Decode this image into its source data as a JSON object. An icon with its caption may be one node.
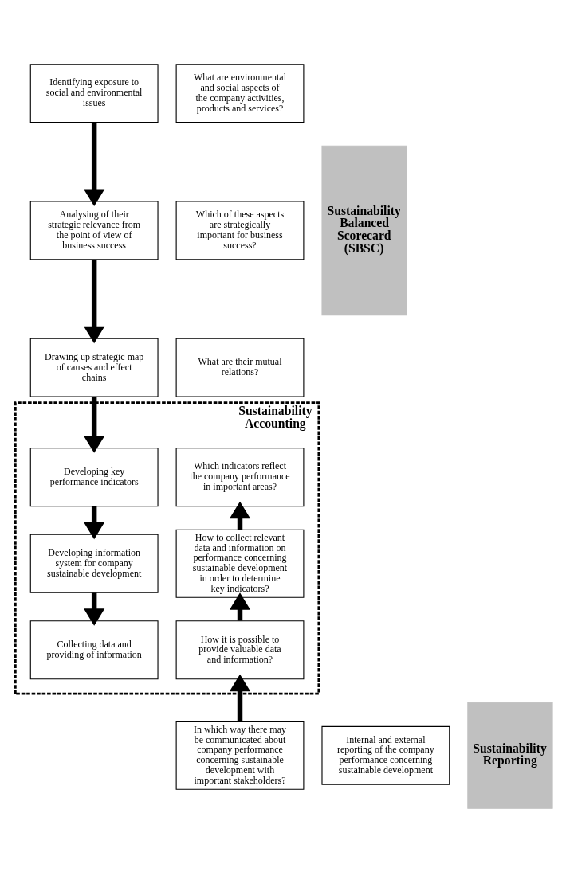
{
  "diagram": {
    "nodes": [
      {
        "text": [
          "Identifying exposure to social and environmental issues"
        ]
      },
      {
        "text": [
          "What are environmental and social aspects of the company activities, products and services?"
        ]
      },
      {
        "text": [
          "Analysing of their strategic relevance from the point of view of business success"
        ]
      },
      {
        "text": [
          "Which of these aspects are strategically important for business success?"
        ]
      },
      {
        "text": [
          "Drawing up strategic map of causes and effect chains"
        ]
      },
      {
        "text": [
          "What are their mutual relations?"
        ]
      },
      {
        "text": [
          "Sustainability Balanced Scorecard (SBSC)"
        ]
      },
      {
        "text": [
          "Sustainability Accounting"
        ]
      },
      {
        "text": [
          "Developing key performance indicators"
        ],
        "in": 7
      },
      {
        "text": [
          "Which indicators reflect the company performance in important areas?"
        ],
        "in": 7
      },
      {
        "text": [
          "Developing information system for company sustainable development"
        ],
        "in": 7
      },
      {
        "text": [
          "How to collect relevant data and information on performance concerning sustainable development in order to determine key indicators?"
        ],
        "in": 7
      },
      {
        "text": [
          "Collecting data and providing of information"
        ],
        "in": 7
      },
      {
        "text": [
          "How it is possible to provide valuable data and information?"
        ],
        "in": 7
      },
      {
        "text": [
          "Sustainability Reporting"
        ]
      },
      {
        "text": [
          "Internal and external reporting of the company performance concerning sustainable development"
        ]
      },
      {
        "text": [
          "In which way there may be communicated about company performance concerning sustainable development with important stakeholders?"
        ]
      }
    ],
    "edges": [
      {
        "from": 0,
        "to": 2,
        "arrow": "to"
      },
      {
        "from": 2,
        "to": 4,
        "arrow": "to"
      },
      {
        "from": 4,
        "to": 8,
        "arrow": "to"
      },
      {
        "from": 8,
        "to": 10,
        "arrow": "to"
      },
      {
        "from": 10,
        "to": 12,
        "arrow": "to"
      },
      {
        "from": 11,
        "to": 9,
        "arrow": "to"
      },
      {
        "from": 13,
        "to": 11,
        "arrow": "to"
      },
      {
        "from": 16,
        "to": 13,
        "arrow": "to"
      }
    ]
  }
}
